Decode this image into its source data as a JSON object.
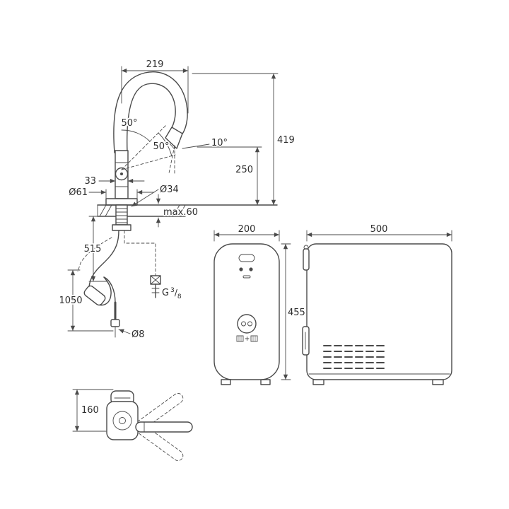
{
  "colors": {
    "line": "#4a4a4a",
    "text": "#2e2e2e",
    "background": "#ffffff"
  },
  "faucet": {
    "reach": "219",
    "total_height": "419",
    "outlet_height": "250",
    "swivel_upper": "50°",
    "swivel_lower": "50°",
    "spray_angle": "10°",
    "body_width": "33",
    "base_diameter": "Ø61",
    "shank_diameter": "Ø34",
    "max_counter_thickness": "max.60",
    "hose_length_short": "515",
    "hose_length_long": "1050",
    "hose_diameter": "Ø8",
    "thread": {
      "prefix": "G",
      "numerator": "3",
      "slash": "/",
      "denominator": "8"
    }
  },
  "top_view": {
    "swing_clearance": "160"
  },
  "cooler_front": {
    "width": "200",
    "height": "455"
  },
  "cooler_side": {
    "depth": "500"
  }
}
